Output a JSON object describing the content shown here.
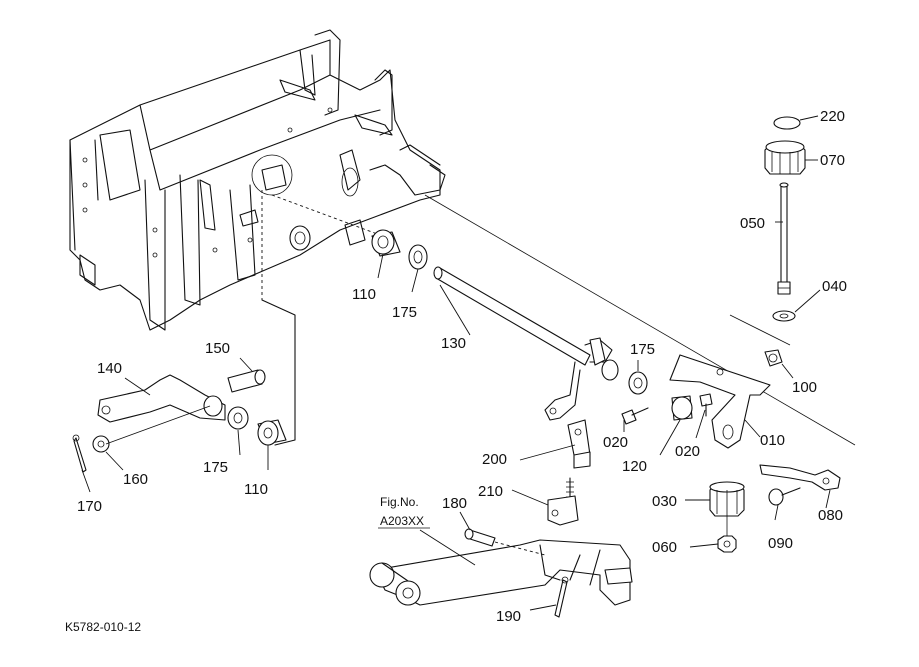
{
  "diagram": {
    "drawing_code": "K5782-010-12",
    "figure_ref": {
      "line1": "Fig.No.",
      "line2": "A203XX"
    },
    "callouts": [
      {
        "id": "220",
        "text": "220"
      },
      {
        "id": "070",
        "text": "070"
      },
      {
        "id": "050",
        "text": "050"
      },
      {
        "id": "040",
        "text": "040"
      },
      {
        "id": "100",
        "text": "100"
      },
      {
        "id": "010",
        "text": "010"
      },
      {
        "id": "020a",
        "text": "020"
      },
      {
        "id": "020b",
        "text": "020"
      },
      {
        "id": "120",
        "text": "120"
      },
      {
        "id": "175a",
        "text": "175"
      },
      {
        "id": "175b",
        "text": "175"
      },
      {
        "id": "175c",
        "text": "175"
      },
      {
        "id": "110a",
        "text": "110"
      },
      {
        "id": "110b",
        "text": "110"
      },
      {
        "id": "130",
        "text": "130"
      },
      {
        "id": "150",
        "text": "150"
      },
      {
        "id": "140",
        "text": "140"
      },
      {
        "id": "160",
        "text": "160"
      },
      {
        "id": "170",
        "text": "170"
      },
      {
        "id": "200",
        "text": "200"
      },
      {
        "id": "210",
        "text": "210"
      },
      {
        "id": "180",
        "text": "180"
      },
      {
        "id": "190",
        "text": "190"
      },
      {
        "id": "030",
        "text": "030"
      },
      {
        "id": "060",
        "text": "060"
      },
      {
        "id": "090",
        "text": "090"
      },
      {
        "id": "080",
        "text": "080"
      }
    ]
  }
}
